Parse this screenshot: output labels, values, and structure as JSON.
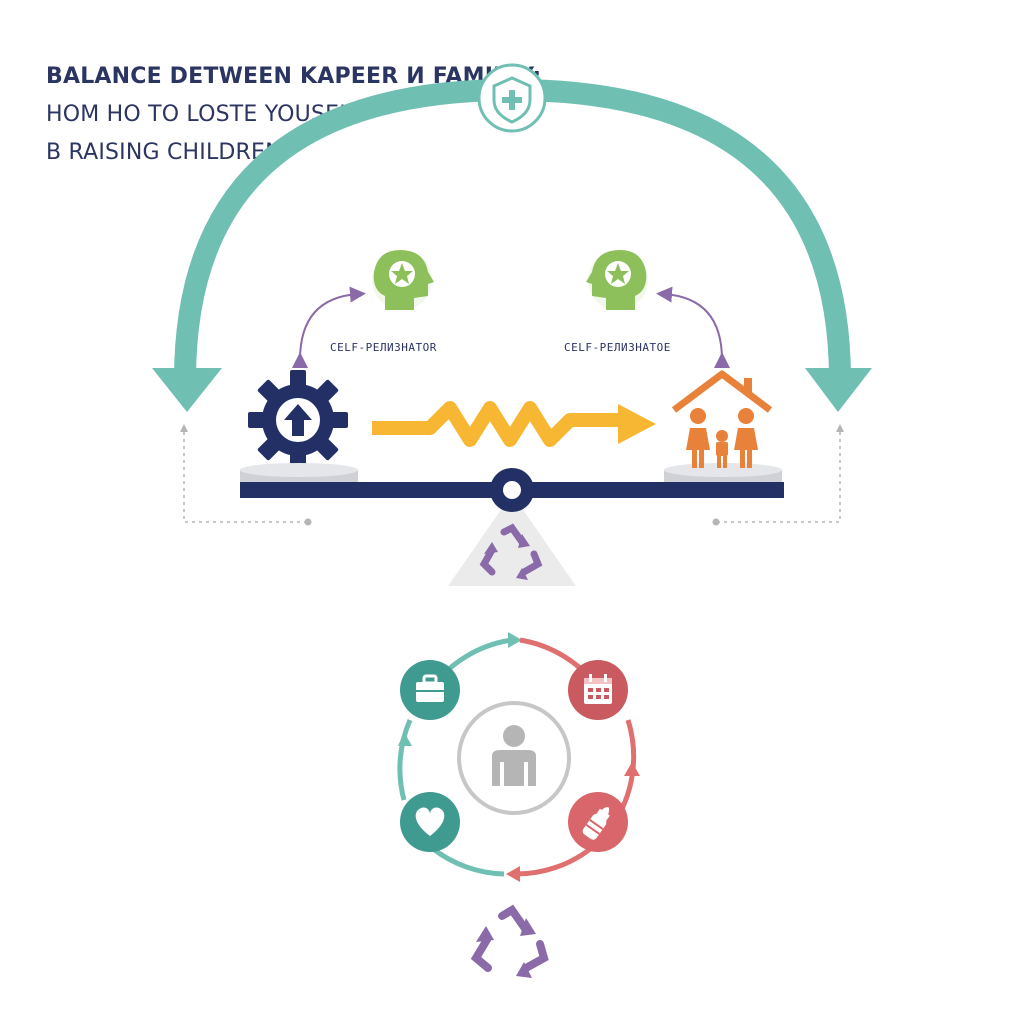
{
  "title": {
    "line1": "BALANCE DETWEEN KAPEER И FAMILLY:",
    "line2": "HOM HO TO LOSTE YOUSELF",
    "line3": "B RAISING CHILDREN"
  },
  "labels": {
    "left": "CELF-PEЛИЗНАТОR",
    "right": "CELF-PEЛИЗНАТОE"
  },
  "icons": {
    "top": "shield-plus-icon",
    "head_left": "head-star-icon",
    "head_right": "head-star-icon",
    "career": "gear-up-arrow-icon",
    "family": "house-family-icon",
    "fulcrum": "recycle-icon",
    "cycle": [
      "briefcase-icon",
      "calendar-icon",
      "baby-bottle-icon",
      "heart-icon"
    ],
    "center": "person-icon",
    "bottom": "recycle-icon"
  },
  "colors": {
    "teal": "#6fbfb2",
    "navy": "#233066",
    "yellow": "#f7b733",
    "orange": "#e8823a",
    "green": "#8dbf5a",
    "purple": "#8a6aa8",
    "coral": "#e0706f",
    "gray": "#b5b5b5"
  }
}
